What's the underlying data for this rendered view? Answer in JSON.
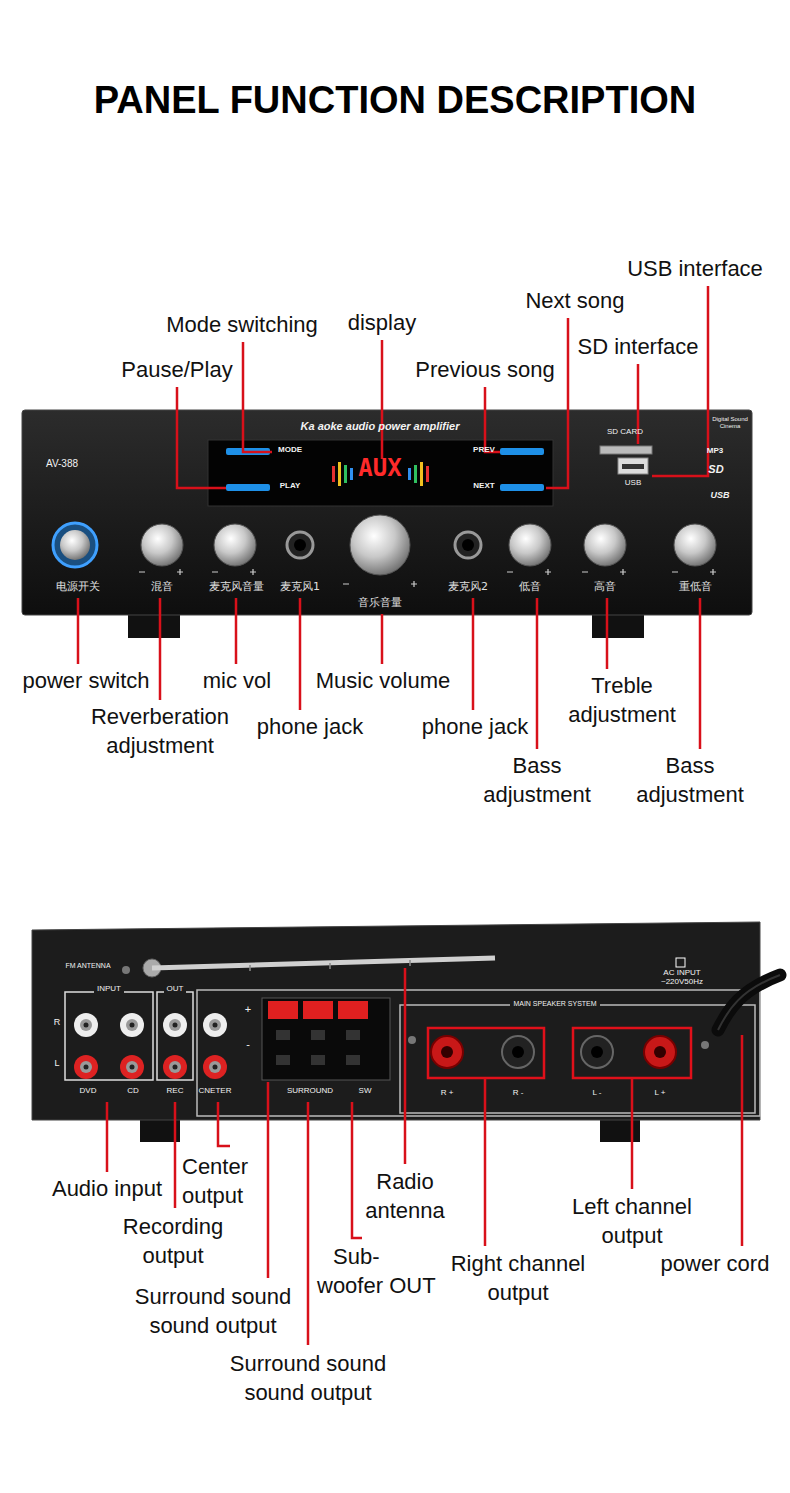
{
  "diagram": {
    "title": "PANEL FUNCTION DESCRIPTION",
    "labels": [
      "USB interface",
      "Next song",
      "Mode switching",
      "display",
      "SD interface",
      "Pause/Play",
      "Previous song",
      "Ka aoke audio power amplifier",
      "AV-388",
      "MODE",
      "PLAY",
      "PREV",
      "NEXT",
      "AUX",
      "SD CARD",
      "USB",
      "Digital Sound Cinema",
      "MP3",
      "SD",
      "USB",
      "电源开关",
      "混音",
      "麦克风音量",
      "麦克风1",
      "音乐音量",
      "麦克风2",
      "低音",
      "高音",
      "重低音",
      "power switch",
      "mic vol",
      "Music volume",
      "Reverberation adjustment",
      "phone jack",
      "phone jack",
      "Treble adjustment",
      "Bass adjustment",
      "Bass adjustment",
      "FM ANTENNA",
      "INPUT",
      "OUT",
      "R",
      "L",
      "DVD",
      "CD",
      "REC",
      "CNETER",
      "+",
      "-",
      "SURROUND",
      "SW",
      "MAIN SPEAKER SYSTEM",
      "AC INPUT ~220V50Hz",
      "R +",
      "R -",
      "L -",
      "L +",
      "Audio input",
      "Center output",
      "Recording output",
      "Radio antenna",
      "Left channel output",
      "Sub- woofer OUT",
      "Right channel output",
      "power cord",
      "Surround sound sound output",
      "Surround sound sound output"
    ]
  }
}
